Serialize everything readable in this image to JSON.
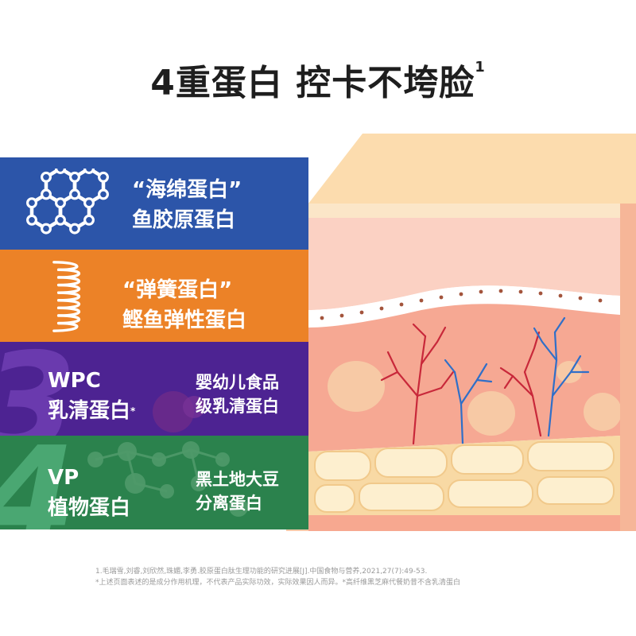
{
  "headline": {
    "text": "4重蛋白 控卡不垮脸",
    "sup": "1"
  },
  "bands": [
    {
      "title_line1": "“海绵蛋白”",
      "title_line2": "鱼胶原蛋白",
      "icon": "molecule-icon"
    },
    {
      "title_line1": "“弹簧蛋白”",
      "title_line2": "鲣鱼弹性蛋白",
      "icon": "spring-icon"
    },
    {
      "number": "3",
      "title_line1": "WPC",
      "title_line2": "乳清蛋白",
      "sup": "*",
      "desc_line1": "婴幼儿食品",
      "desc_line2": "级乳清蛋白"
    },
    {
      "number": "4",
      "title_line1": "VP",
      "title_line2": "植物蛋白",
      "desc_line1": "黑土地大豆",
      "desc_line2": "分离蛋白"
    }
  ],
  "footnotes": [
    "1.毛瑞雪,刘睿,刘欣然,珠媚,李勇.胶原蛋白肽生理功能的研究进展[J].中国食物与营养,2021,27(7):49-53.",
    "*上述页面表述的是成分作用机理，不代表产品实际功效，实际效果因人而异。*高纤维黑芝麻代餐奶昔不含乳清蛋白"
  ],
  "colors": {
    "band_collagen": "#2c55a9",
    "band_elastin": "#ec8227",
    "band_whey": "#4d2392",
    "band_plant": "#2b824d",
    "skin_top": "#fcd9c4",
    "dermis": "#f7a58e",
    "fat": "#fbe0a6",
    "vein_red": "#c8283a",
    "vein_blue": "#2f6fc8"
  }
}
